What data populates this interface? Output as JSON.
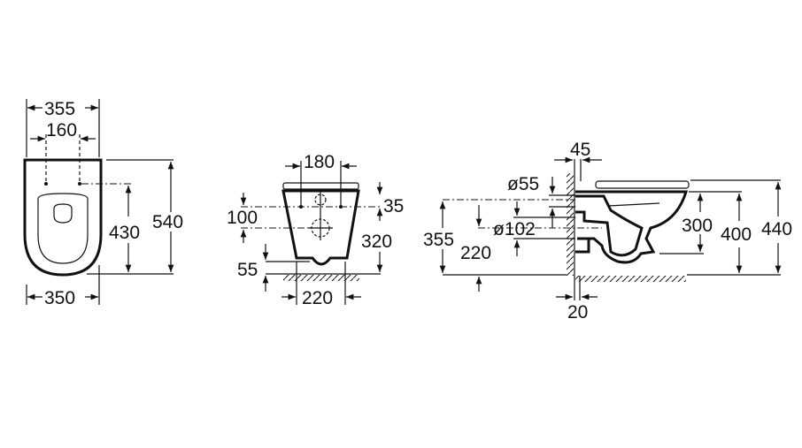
{
  "front_view": {
    "overall_width": "355",
    "fixing_spacing": "160",
    "fixing_to_front": "430",
    "overall_length": "540",
    "base_width": "350"
  },
  "rear_view": {
    "fixing_spacing": "180",
    "fixing_offset": "100",
    "top_to_fixing": "35",
    "fixing_height": "320",
    "outlet_height": "55",
    "base_width": "220"
  },
  "side_view": {
    "seat_to_wall": "45",
    "inlet_diameter": "ø55",
    "outlet_diameter": "ø102",
    "inlet_height": "355",
    "outlet_height": "220",
    "bowl_depth": "300",
    "rim_height": "400",
    "seat_height": "440",
    "wall_gap": "20"
  }
}
